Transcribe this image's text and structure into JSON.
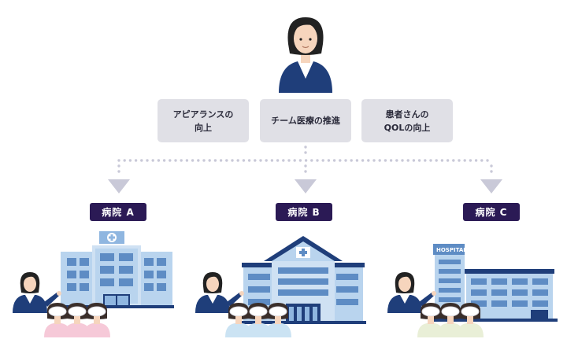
{
  "values": [
    {
      "label": "アピアランスの\n向上"
    },
    {
      "label": "チーム医療の推進"
    },
    {
      "label": "患者さんの\nQOLの向上"
    }
  ],
  "hospitals": [
    {
      "label": "病院 A"
    },
    {
      "label": "病院 B"
    },
    {
      "label": "病院 C",
      "sign": "HOSPITAL"
    }
  ],
  "colors": {
    "navy": "#1f3e7a",
    "label_bg": "#2b1a55",
    "box_bg": "#e0e0e6",
    "arrow": "#c9c9d8",
    "building_light": "#b9d4ee",
    "building_mid": "#8fb6e0",
    "building_dark": "#1f3e7a"
  },
  "icons": [
    "person-icon",
    "hospital-building-icon",
    "nurse-icon",
    "cross-icon",
    "down-arrow-icon"
  ]
}
